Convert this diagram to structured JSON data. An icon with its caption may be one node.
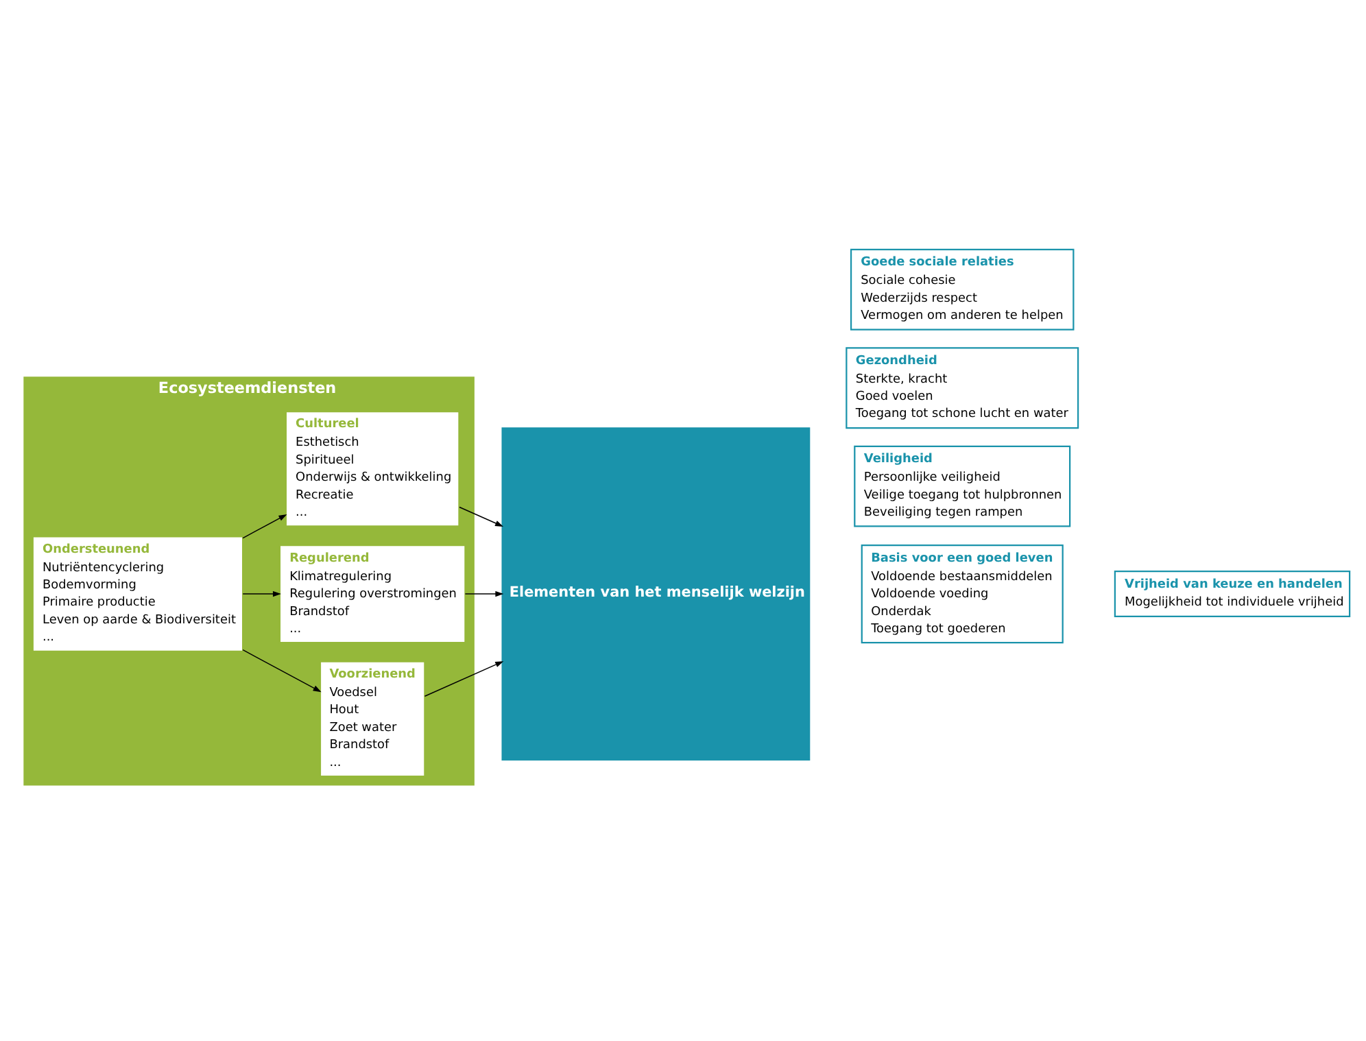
{
  "diagram": {
    "nodes": [
      {
        "text": [
          "Ecosysteemdiensten"
        ]
      },
      {
        "text": [
          "Ondersteunend",
          "Nutriëntencyclering",
          "Bodemvorming",
          "Primaire productie",
          "Leven op aarde & Biodiversiteit",
          "..."
        ],
        "in": 0
      },
      {
        "text": [
          "Voorzienend",
          "Voedsel",
          "Hout",
          "Zoet water",
          "Brandstof",
          "..."
        ],
        "in": 0
      },
      {
        "text": [
          "Regulerend",
          "Klimatregulering",
          "Regulering overstromingen",
          "Brandstof",
          "..."
        ],
        "in": 0
      },
      {
        "text": [
          "Cultureel",
          "Esthetisch",
          "Spiritueel",
          "Onderwijs & ontwikkeling",
          "Recreatie",
          "..."
        ],
        "in": 0
      },
      {
        "text": [
          "Elementen van het menselijk welzijn"
        ]
      },
      {
        "text": [
          "Veiligheid",
          "Persoonlijke veiligheid",
          "Veilige toegang tot hulpbronnen",
          "Beveiliging tegen rampen"
        ]
      },
      {
        "text": [
          "Basis voor een goed leven",
          "Voldoende bestaansmiddelen",
          "Voldoende voeding",
          "Onderdak",
          "Toegang tot goederen"
        ]
      },
      {
        "text": [
          "Gezondheid",
          "Sterkte, kracht",
          "Goed voelen",
          "Toegang tot schone lucht en water"
        ]
      },
      {
        "text": [
          "Goede sociale relaties",
          "Sociale cohesie",
          "Wederzijds respect",
          "Vermogen om anderen te helpen"
        ]
      },
      {
        "text": [
          "Vrijheid van keuze en handelen",
          "Mogelijkheid tot individuele vrijheid"
        ]
      }
    ],
    "edges": [
      {
        "from": 1,
        "to": 2,
        "arrow": "to"
      },
      {
        "from": 1,
        "to": 3,
        "arrow": "to"
      },
      {
        "from": 1,
        "to": 4,
        "arrow": "to"
      },
      {
        "from": 2,
        "to": 5,
        "arrow": "to"
      },
      {
        "from": 3,
        "to": 5,
        "arrow": "to"
      },
      {
        "from": 4,
        "to": 5,
        "arrow": "to"
      }
    ]
  }
}
